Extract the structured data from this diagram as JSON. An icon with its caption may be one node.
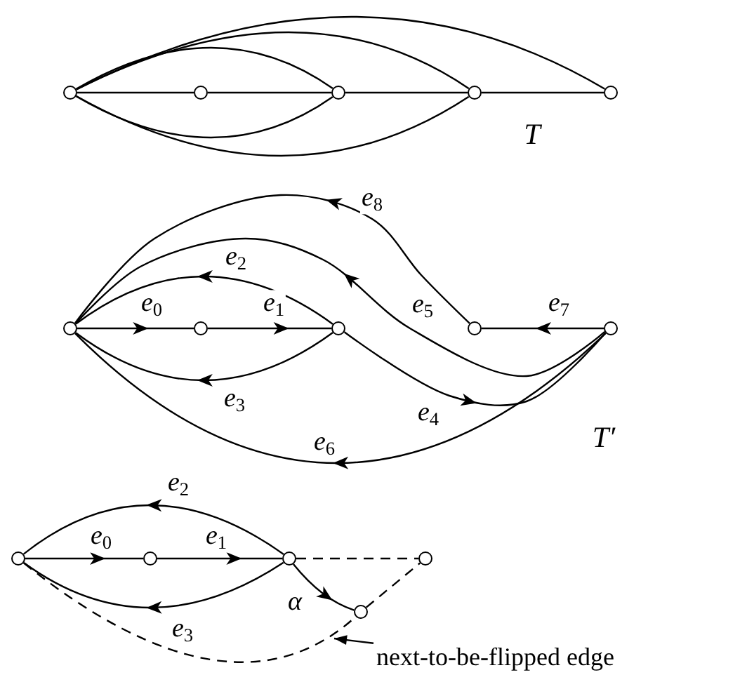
{
  "diagram": {
    "nodes": [
      {
        "text": [],
        "shape": "circle"
      },
      {
        "text": [],
        "shape": "circle"
      },
      {
        "text": [],
        "shape": "circle"
      },
      {
        "text": [],
        "shape": "circle"
      },
      {
        "text": [],
        "shape": "circle"
      },
      {
        "text": [],
        "shape": "circle"
      },
      {
        "text": [],
        "shape": "circle"
      },
      {
        "text": [],
        "shape": "circle"
      },
      {
        "text": [],
        "shape": "circle"
      },
      {
        "text": [],
        "shape": "circle"
      },
      {
        "text": [],
        "shape": "circle"
      },
      {
        "text": [],
        "shape": "circle"
      },
      {
        "text": [],
        "shape": "circle"
      },
      {
        "text": [],
        "shape": "circle"
      },
      {
        "text": [],
        "shape": "circle"
      },
      {
        "text": [
          "next-to-be-flipped edge"
        ]
      }
    ],
    "edges": [
      {
        "from": 0,
        "to": 1,
        "arrow": "none"
      },
      {
        "from": 1,
        "to": 2,
        "arrow": "none"
      },
      {
        "from": 2,
        "to": 3,
        "arrow": "none"
      },
      {
        "from": 3,
        "to": 4,
        "arrow": "none"
      },
      {
        "from": 0,
        "to": 2,
        "arrow": "none"
      },
      {
        "from": 0,
        "to": 2,
        "arrow": "none"
      },
      {
        "from": 0,
        "to": 3,
        "arrow": "none"
      },
      {
        "from": 0,
        "to": 3,
        "arrow": "none"
      },
      {
        "from": 0,
        "to": 4,
        "arrow": "none"
      },
      {
        "from": 5,
        "to": 6,
        "arrow": "to",
        "label": "e$_{0}$"
      },
      {
        "from": 6,
        "to": 7,
        "arrow": "to",
        "label": "e$_{1}$"
      },
      {
        "from": 7,
        "to": 5,
        "arrow": "to",
        "label": "e$_{2}$"
      },
      {
        "from": 7,
        "to": 5,
        "arrow": "to",
        "label": "e$_{3}$"
      },
      {
        "from": 7,
        "to": 9,
        "arrow": "to",
        "label": "e$_{4}$"
      },
      {
        "from": 9,
        "to": 5,
        "arrow": "to",
        "label": "e$_{5}$"
      },
      {
        "from": 9,
        "to": 5,
        "arrow": "to",
        "label": "e$_{6}$"
      },
      {
        "from": 9,
        "to": 8,
        "arrow": "to",
        "label": "e$_{7}$"
      },
      {
        "from": 8,
        "to": 5,
        "arrow": "to",
        "label": "e$_{8}$"
      },
      {
        "from": 10,
        "to": 11,
        "arrow": "to",
        "label": "e$_{0}$"
      },
      {
        "from": 11,
        "to": 12,
        "arrow": "to",
        "label": "e$_{1}$"
      },
      {
        "from": 12,
        "to": 10,
        "arrow": "to",
        "label": "e$_{2}$"
      },
      {
        "from": 12,
        "to": 10,
        "arrow": "to",
        "label": "e$_{3}$"
      },
      {
        "from": 12,
        "to": 14,
        "arrow": "to",
        "label": "α"
      },
      {
        "from": 12,
        "to": 13,
        "arrow": "none",
        "style": "dashed"
      },
      {
        "from": 14,
        "to": 13,
        "arrow": "none",
        "style": "dashed"
      },
      {
        "from": 10,
        "to": 14,
        "arrow": "none",
        "style": "dashed"
      },
      {
        "from": 15,
        "to": null,
        "arrow": "to"
      }
    ],
    "labels": [
      "T",
      "T′"
    ]
  }
}
